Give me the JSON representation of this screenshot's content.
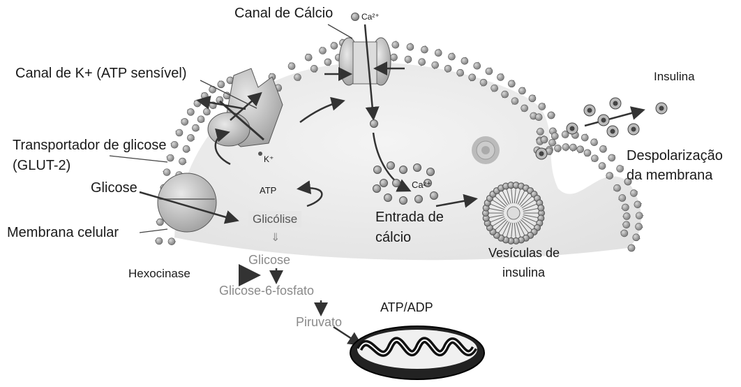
{
  "labels": {
    "canal_calcio": "Canal de Cálcio",
    "ca_ion_top": "Ca²⁺",
    "canal_k": "Canal de K+ (ATP sensível)",
    "k_ion": "K⁺",
    "transportador_line1": "Transportador de glicose",
    "transportador_line2": "(GLUT-2)",
    "glicose_ext": "Glicose",
    "membrana": "Membrana celular",
    "atp": "ATP",
    "glicolise": "Glicólise",
    "down_arrow": "⇓",
    "hexocinase": "Hexocinase",
    "glicose_int": "Glicose",
    "g6p": "Glicose-6-fosfato",
    "piruvato": "Piruvato",
    "atp_adp": "ATP/ADP",
    "ca_ion_inside": "Ca²⁺",
    "entrada_line1": "Entrada de",
    "entrada_line2": "cálcio",
    "vesiculas_line1": "Vesículas de",
    "vesiculas_line2": "insulina",
    "insulina": "Insulina",
    "despol_line1": "Despolarização",
    "despol_line2": "da membrana"
  },
  "colors": {
    "membrane_head": "#9a9a9a",
    "cytoplasm": "#eeeeee",
    "text": "#1a1a1a",
    "pathway_gray": "#8a8a8a"
  }
}
